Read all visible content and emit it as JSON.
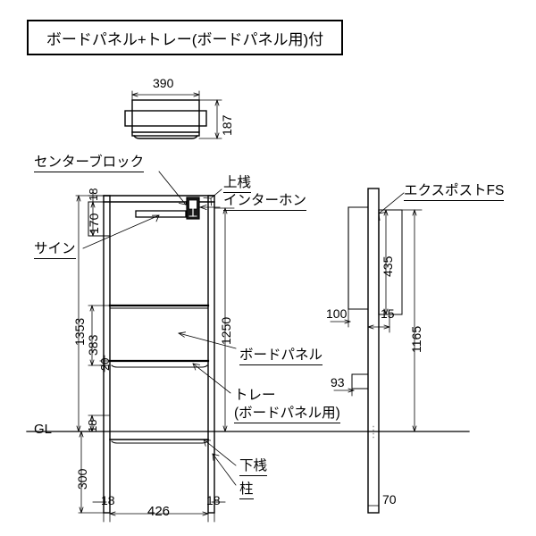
{
  "title_box": {
    "text": "ボードパネル+トレー(ボードパネル用)付"
  },
  "plan_view": {
    "width_dim": "390",
    "height_dim": "187"
  },
  "front_elevation": {
    "labels": {
      "center_block": "センターブロック",
      "upper_rail": "上桟",
      "intercom": "インターホン",
      "sign": "サイン",
      "board_panel": "ボードパネル",
      "tray_line1": "トレー",
      "tray_line2": "(ボードパネル用)",
      "lower_rail": "下桟",
      "post": "柱",
      "ground_level": "GL"
    },
    "dims": {
      "top_rail_thickness": "18",
      "top_offset": "170",
      "overall_above_gl": "1353",
      "panel_height": "383",
      "tray_thickness": "20",
      "right_height": "1250",
      "below_top_to_gl": "18",
      "embed_depth": "300",
      "post_left_width": "18",
      "inner_width": "426",
      "post_right_width": "18"
    }
  },
  "side_elevation": {
    "labels": {
      "product": "エクスポストFS"
    },
    "dims": {
      "panel_height": "435",
      "post_offset": "15",
      "total_height": "1165",
      "tray_depth": "100",
      "lower_offset": "93",
      "post_depth": "70"
    }
  },
  "colors": {
    "line": "#000000",
    "background": "#ffffff",
    "intercom_fill": "#1a1a1a"
  }
}
